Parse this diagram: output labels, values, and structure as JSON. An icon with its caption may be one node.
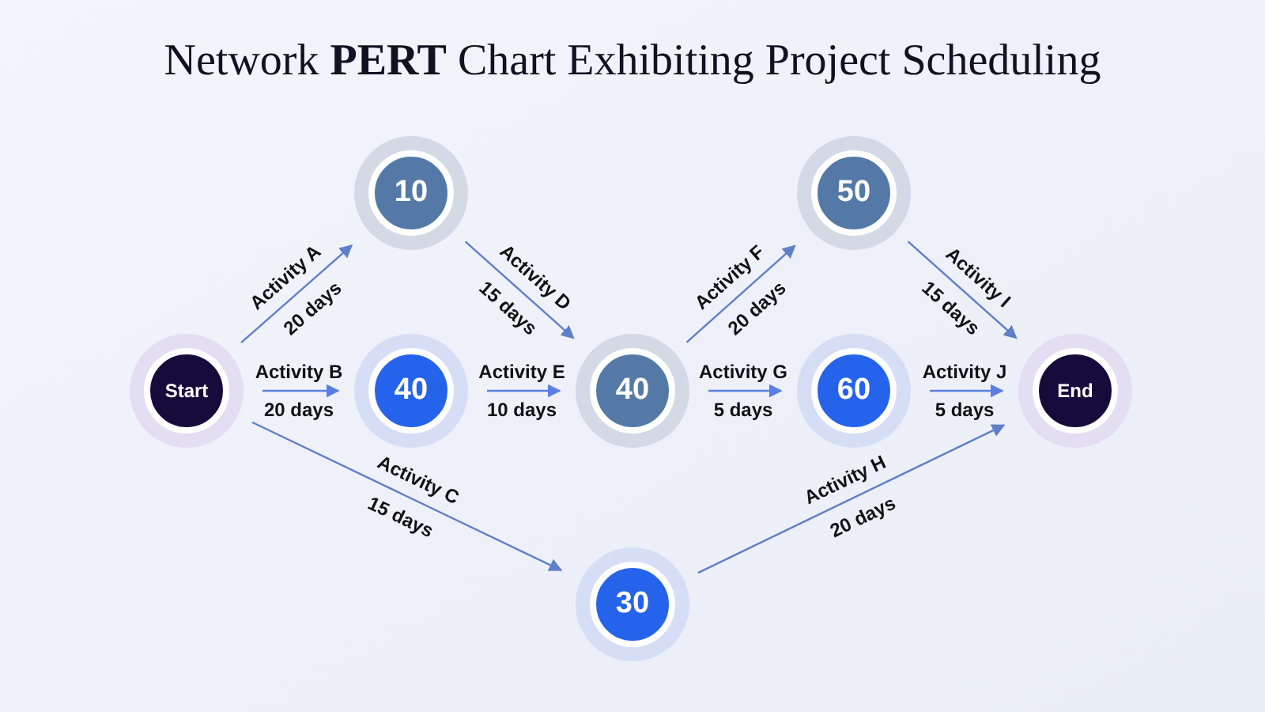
{
  "diagram": {
    "title": "Network **PERT** Chart Exhibiting Project Scheduling",
    "nodes": [
      {
        "text": [
          "10"
        ]
      },
      {
        "text": [
          "50"
        ]
      },
      {
        "text": [
          "Start"
        ]
      },
      {
        "text": [
          "40"
        ]
      },
      {
        "text": [
          "40"
        ]
      },
      {
        "text": [
          "60"
        ]
      },
      {
        "text": [
          "End"
        ]
      },
      {
        "text": [
          "30"
        ]
      }
    ],
    "edges": [
      {
        "from": 2,
        "to": 0,
        "arrow": "to",
        "label": "Activity A 20 days"
      },
      {
        "from": 2,
        "to": 3,
        "arrow": "to",
        "label": "Activity B 20 days"
      },
      {
        "from": 2,
        "to": 7,
        "arrow": "to",
        "label": "Activity C 15 days"
      },
      {
        "from": 0,
        "to": 4,
        "arrow": "to",
        "label": "Activity D 15 days"
      },
      {
        "from": 3,
        "to": 4,
        "arrow": "to",
        "label": "Activity E 10 days"
      },
      {
        "from": 4,
        "to": 1,
        "arrow": "to",
        "label": "Activity F 20 days"
      },
      {
        "from": 4,
        "to": 5,
        "arrow": "to",
        "label": "Activity G 5 days"
      },
      {
        "from": 7,
        "to": 6,
        "arrow": "to",
        "label": "Activity H 20 days"
      },
      {
        "from": 1,
        "to": 6,
        "arrow": "to",
        "label": "Activity I 15 days"
      },
      {
        "from": 5,
        "to": 6,
        "arrow": "to",
        "label": "Activity J 5 days"
      }
    ]
  }
}
